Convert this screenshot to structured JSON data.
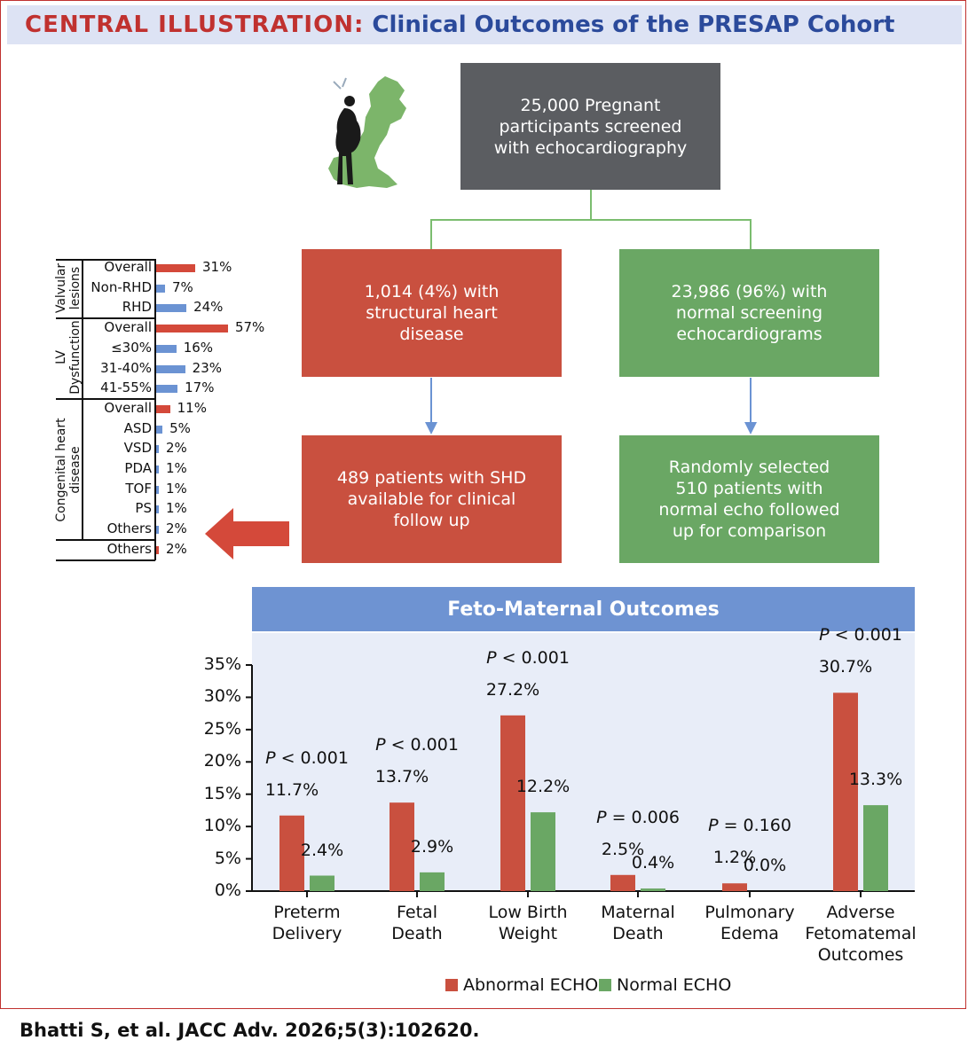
{
  "header": {
    "prefix": "CENTRAL ILLUSTRATION:",
    "title": "Clinical Outcomes of the PRESAP Cohort"
  },
  "flow": {
    "screened": [
      "25,000 Pregnant",
      "participants screened",
      "with echocardiography"
    ],
    "shd": [
      "1,014 (4%) with",
      "structural heart",
      "disease"
    ],
    "normal": [
      "23,986 (96%) with",
      "normal screening",
      "echocardiograms"
    ],
    "shd_followup": [
      "489 patients with SHD",
      "available for clinical",
      "follow up"
    ],
    "normal_followup": [
      "Randomly selected",
      "510 patients with",
      "normal echo followed",
      "up for comparison"
    ]
  },
  "breakdown": {
    "groups": [
      {
        "label_lines": [
          "Valvular",
          "lesions"
        ]
      },
      {
        "label_lines": [
          "LV",
          "Dysfunction"
        ]
      },
      {
        "label_lines": [
          "Congenital heart",
          "disease"
        ]
      }
    ],
    "rows": [
      {
        "label": "Overall",
        "value": 31,
        "text": "31%",
        "color": "#d4493a"
      },
      {
        "label": "Non-RHD",
        "value": 7,
        "text": "7%",
        "color": "#6b93d3"
      },
      {
        "label": "RHD",
        "value": 24,
        "text": "24%",
        "color": "#6b93d3"
      },
      {
        "label": "Overall",
        "value": 57,
        "text": "57%",
        "color": "#d4493a"
      },
      {
        "label": "≤30%",
        "value": 16,
        "text": "16%",
        "color": "#6b93d3"
      },
      {
        "label": "31-40%",
        "value": 23,
        "text": "23%",
        "color": "#6b93d3"
      },
      {
        "label": "41-55%",
        "value": 17,
        "text": "17%",
        "color": "#6b93d3"
      },
      {
        "label": "Overall",
        "value": 11,
        "text": "11%",
        "color": "#d4493a"
      },
      {
        "label": "ASD",
        "value": 5,
        "text": "5%",
        "color": "#6b93d3"
      },
      {
        "label": "VSD",
        "value": 2,
        "text": "2%",
        "color": "#6b93d3"
      },
      {
        "label": "PDA",
        "value": 1,
        "text": "1%",
        "color": "#6b93d3"
      },
      {
        "label": "TOF",
        "value": 1,
        "text": "1%",
        "color": "#6b93d3"
      },
      {
        "label": "PS",
        "value": 1,
        "text": "1%",
        "color": "#6b93d3"
      },
      {
        "label": "Others",
        "value": 2,
        "text": "2%",
        "color": "#6b93d3"
      },
      {
        "label": "Others",
        "value": 2,
        "text": "2%",
        "color": "#d4493a"
      }
    ]
  },
  "outcomes_title": "Feto-Maternal Outcomes",
  "chart_data": {
    "type": "bar",
    "categories": [
      [
        "Preterm",
        "Delivery"
      ],
      [
        "Fetal",
        "Death"
      ],
      [
        "Low Birth",
        "Weight"
      ],
      [
        "Maternal",
        "Death"
      ],
      [
        "Pulmonary",
        "Edema"
      ],
      [
        "Adverse",
        "Fetomatemal",
        "Outcomes"
      ]
    ],
    "series": [
      {
        "name": "Abnormal ECHO",
        "color": "#c9503f",
        "values": [
          11.7,
          13.7,
          27.2,
          2.5,
          1.2,
          30.7
        ],
        "labels": [
          "11.7%",
          "13.7%",
          "27.2%",
          "2.5%",
          "1.2%",
          "30.7%"
        ]
      },
      {
        "name": "Normal ECHO",
        "color": "#6aa764",
        "values": [
          2.4,
          2.9,
          12.2,
          0.4,
          0.0,
          13.3
        ],
        "labels": [
          "2.4%",
          "2.9%",
          "12.2%",
          "0.4%",
          "0.0%",
          "13.3%"
        ]
      }
    ],
    "p_values": [
      {
        "p": "P",
        "rest": " < 0.001"
      },
      {
        "p": "P",
        "rest": " < 0.001"
      },
      {
        "p": "P",
        "rest": " < 0.001"
      },
      {
        "p": "P",
        "rest": " = 0.006"
      },
      {
        "p": "P",
        "rest": " = 0.160"
      },
      {
        "p": "P",
        "rest": " < 0.001"
      }
    ],
    "yticks": [
      "0%",
      "5%",
      "10%",
      "15%",
      "20%",
      "25%",
      "30%",
      "35%"
    ],
    "ylim": [
      0,
      35
    ],
    "legend_position": "bottom"
  },
  "citation": "Bhatti S, et al. JACC Adv. 2026;5(3):102620."
}
